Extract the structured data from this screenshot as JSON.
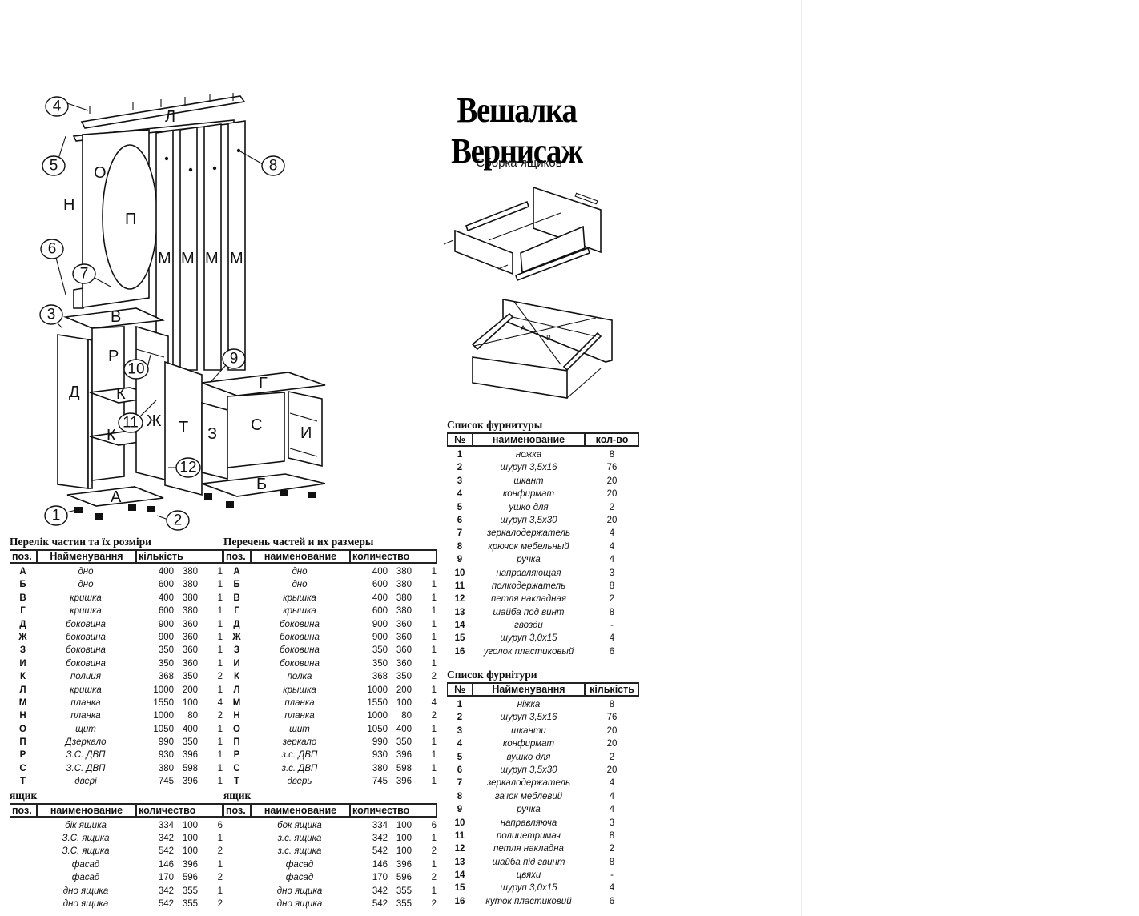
{
  "document": {
    "title": "Вешалка Вернисаж",
    "drawer_caption": "Сборка ящиков"
  },
  "drawing": {
    "part_labels": [
      "Л",
      "О",
      "Н",
      "П",
      "М",
      "М",
      "М",
      "М",
      "В",
      "Р",
      "Д",
      "К",
      "К",
      "Ж",
      "Т",
      "З",
      "С",
      "И",
      "Г",
      "Б",
      "А"
    ],
    "callouts": [
      "1",
      "2",
      "3",
      "4",
      "5",
      "6",
      "7",
      "8",
      "9",
      "10",
      "11",
      "12"
    ],
    "drawer_labels": [
      "A",
      "B"
    ]
  },
  "parts_ua": {
    "caption": "Перелік частин та їх розміри",
    "headers": {
      "pos": "поз.",
      "name": "Найменування",
      "qty": "кількість"
    },
    "rows": [
      {
        "pos": "А",
        "name": "дно",
        "a": "400",
        "b": "380",
        "n": "1"
      },
      {
        "pos": "Б",
        "name": "дно",
        "a": "600",
        "b": "380",
        "n": "1"
      },
      {
        "pos": "В",
        "name": "кришка",
        "a": "400",
        "b": "380",
        "n": "1"
      },
      {
        "pos": "Г",
        "name": "кришка",
        "a": "600",
        "b": "380",
        "n": "1"
      },
      {
        "pos": "Д",
        "name": "боковина",
        "a": "900",
        "b": "360",
        "n": "1"
      },
      {
        "pos": "Ж",
        "name": "боковина",
        "a": "900",
        "b": "360",
        "n": "1"
      },
      {
        "pos": "З",
        "name": "боковина",
        "a": "350",
        "b": "360",
        "n": "1"
      },
      {
        "pos": "И",
        "name": "боковина",
        "a": "350",
        "b": "360",
        "n": "1"
      },
      {
        "pos": "К",
        "name": "полиця",
        "a": "368",
        "b": "350",
        "n": "2"
      },
      {
        "pos": "Л",
        "name": "кришка",
        "a": "1000",
        "b": "200",
        "n": "1"
      },
      {
        "pos": "М",
        "name": "планка",
        "a": "1550",
        "b": "100",
        "n": "4"
      },
      {
        "pos": "Н",
        "name": "планка",
        "a": "1000",
        "b": "80",
        "n": "2"
      },
      {
        "pos": "О",
        "name": "щит",
        "a": "1050",
        "b": "400",
        "n": "1"
      },
      {
        "pos": "П",
        "name": "Дзеркало",
        "a": "990",
        "b": "350",
        "n": "1"
      },
      {
        "pos": "Р",
        "name": "З.С. ДВП",
        "a": "930",
        "b": "396",
        "n": "1"
      },
      {
        "pos": "С",
        "name": "З.С. ДВП",
        "a": "380",
        "b": "598",
        "n": "1"
      },
      {
        "pos": "Т",
        "name": "двері",
        "a": "745",
        "b": "396",
        "n": "1"
      }
    ],
    "drawer": {
      "caption": "ящик",
      "headers": {
        "pos": "поз.",
        "name": "наименование",
        "qty": "количество"
      },
      "rows": [
        {
          "pos": "",
          "name": "бік ящика",
          "a": "334",
          "b": "100",
          "n": "6"
        },
        {
          "pos": "",
          "name": "З.С. ящика",
          "a": "342",
          "b": "100",
          "n": "1"
        },
        {
          "pos": "",
          "name": "З.С. ящика",
          "a": "542",
          "b": "100",
          "n": "2"
        },
        {
          "pos": "",
          "name": "фасад",
          "a": "146",
          "b": "396",
          "n": "1"
        },
        {
          "pos": "",
          "name": "фасад",
          "a": "170",
          "b": "596",
          "n": "2"
        },
        {
          "pos": "",
          "name": "дно ящика",
          "a": "342",
          "b": "355",
          "n": "1"
        },
        {
          "pos": "",
          "name": "дно ящика",
          "a": "542",
          "b": "355",
          "n": "2"
        }
      ]
    }
  },
  "parts_ru": {
    "caption": "Перечень частей и их размеры",
    "headers": {
      "pos": "поз.",
      "name": "наименование",
      "qty": "количество"
    },
    "rows": [
      {
        "pos": "А",
        "name": "дно",
        "a": "400",
        "b": "380",
        "n": "1"
      },
      {
        "pos": "Б",
        "name": "дно",
        "a": "600",
        "b": "380",
        "n": "1"
      },
      {
        "pos": "В",
        "name": "крышка",
        "a": "400",
        "b": "380",
        "n": "1"
      },
      {
        "pos": "Г",
        "name": "крышка",
        "a": "600",
        "b": "380",
        "n": "1"
      },
      {
        "pos": "Д",
        "name": "боковина",
        "a": "900",
        "b": "360",
        "n": "1"
      },
      {
        "pos": "Ж",
        "name": "боковина",
        "a": "900",
        "b": "360",
        "n": "1"
      },
      {
        "pos": "З",
        "name": "боковина",
        "a": "350",
        "b": "360",
        "n": "1"
      },
      {
        "pos": "И",
        "name": "боковина",
        "a": "350",
        "b": "360",
        "n": "1"
      },
      {
        "pos": "К",
        "name": "полка",
        "a": "368",
        "b": "350",
        "n": "2"
      },
      {
        "pos": "Л",
        "name": "крышка",
        "a": "1000",
        "b": "200",
        "n": "1"
      },
      {
        "pos": "М",
        "name": "планка",
        "a": "1550",
        "b": "100",
        "n": "4"
      },
      {
        "pos": "Н",
        "name": "планка",
        "a": "1000",
        "b": "80",
        "n": "2"
      },
      {
        "pos": "О",
        "name": "щит",
        "a": "1050",
        "b": "400",
        "n": "1"
      },
      {
        "pos": "П",
        "name": "зеркало",
        "a": "990",
        "b": "350",
        "n": "1"
      },
      {
        "pos": "Р",
        "name": "з.с. ДВП",
        "a": "930",
        "b": "396",
        "n": "1"
      },
      {
        "pos": "С",
        "name": "з.с. ДВП",
        "a": "380",
        "b": "598",
        "n": "1"
      },
      {
        "pos": "Т",
        "name": "дверь",
        "a": "745",
        "b": "396",
        "n": "1"
      }
    ],
    "drawer": {
      "caption": "ящик",
      "headers": {
        "pos": "поз.",
        "name": "наименование",
        "qty": "количество"
      },
      "rows": [
        {
          "pos": "",
          "name": "бок ящика",
          "a": "334",
          "b": "100",
          "n": "6"
        },
        {
          "pos": "",
          "name": "з.с. ящика",
          "a": "342",
          "b": "100",
          "n": "1"
        },
        {
          "pos": "",
          "name": "з.с. ящика",
          "a": "542",
          "b": "100",
          "n": "2"
        },
        {
          "pos": "",
          "name": "фасад",
          "a": "146",
          "b": "396",
          "n": "1"
        },
        {
          "pos": "",
          "name": "фасад",
          "a": "170",
          "b": "596",
          "n": "2"
        },
        {
          "pos": "",
          "name": "дно ящика",
          "a": "342",
          "b": "355",
          "n": "1"
        },
        {
          "pos": "",
          "name": "дно ящика",
          "a": "542",
          "b": "355",
          "n": "2"
        }
      ]
    }
  },
  "hardware_ru": {
    "caption": "Список фурнитуры",
    "headers": {
      "no": "№",
      "name": "наименование",
      "qty": "кол-во"
    },
    "rows": [
      {
        "no": "1",
        "name": "ножка",
        "qty": "8"
      },
      {
        "no": "2",
        "name": "шуруп 3,5x16",
        "qty": "76"
      },
      {
        "no": "3",
        "name": "шкант",
        "qty": "20"
      },
      {
        "no": "4",
        "name": "конфирмат",
        "qty": "20"
      },
      {
        "no": "5",
        "name": "ушко для",
        "qty": "2"
      },
      {
        "no": "6",
        "name": "шуруп 3,5x30",
        "qty": "20"
      },
      {
        "no": "7",
        "name": "зеркалодержатель",
        "qty": "4"
      },
      {
        "no": "8",
        "name": "крючок мебельный",
        "qty": "4"
      },
      {
        "no": "9",
        "name": "ручка",
        "qty": "4"
      },
      {
        "no": "10",
        "name": "направляющая",
        "qty": "3"
      },
      {
        "no": "11",
        "name": "полкодержатель",
        "qty": "8"
      },
      {
        "no": "12",
        "name": "петля накладная",
        "qty": "2"
      },
      {
        "no": "13",
        "name": "шайба под винт",
        "qty": "8"
      },
      {
        "no": "14",
        "name": "гвозди",
        "qty": "-"
      },
      {
        "no": "15",
        "name": "шуруп 3,0x15",
        "qty": "4"
      },
      {
        "no": "16",
        "name": "уголок пластиковый",
        "qty": "6"
      }
    ]
  },
  "hardware_ua": {
    "caption": "Список фурнітури",
    "headers": {
      "no": "№",
      "name": "Найменування",
      "qty": "кількість"
    },
    "rows": [
      {
        "no": "1",
        "name": "ніжка",
        "qty": "8"
      },
      {
        "no": "2",
        "name": "шуруп 3,5x16",
        "qty": "76"
      },
      {
        "no": "3",
        "name": "шканти",
        "qty": "20"
      },
      {
        "no": "4",
        "name": "конфирмат",
        "qty": "20"
      },
      {
        "no": "5",
        "name": "вушко для",
        "qty": "2"
      },
      {
        "no": "6",
        "name": "шуруп 3,5x30",
        "qty": "20"
      },
      {
        "no": "7",
        "name": "зеркалодержатель",
        "qty": "4"
      },
      {
        "no": "8",
        "name": "гачок меблевий",
        "qty": "4"
      },
      {
        "no": "9",
        "name": "ручка",
        "qty": "4"
      },
      {
        "no": "10",
        "name": "направляюча",
        "qty": "3"
      },
      {
        "no": "11",
        "name": "полицетримач",
        "qty": "8"
      },
      {
        "no": "12",
        "name": "петля накладна",
        "qty": "2"
      },
      {
        "no": "13",
        "name": "шайба під гвинт",
        "qty": "8"
      },
      {
        "no": "14",
        "name": "цвяхи",
        "qty": "-"
      },
      {
        "no": "15",
        "name": "шуруп 3,0x15",
        "qty": "4"
      },
      {
        "no": "16",
        "name": "куток пластиковий",
        "qty": "6"
      }
    ]
  }
}
